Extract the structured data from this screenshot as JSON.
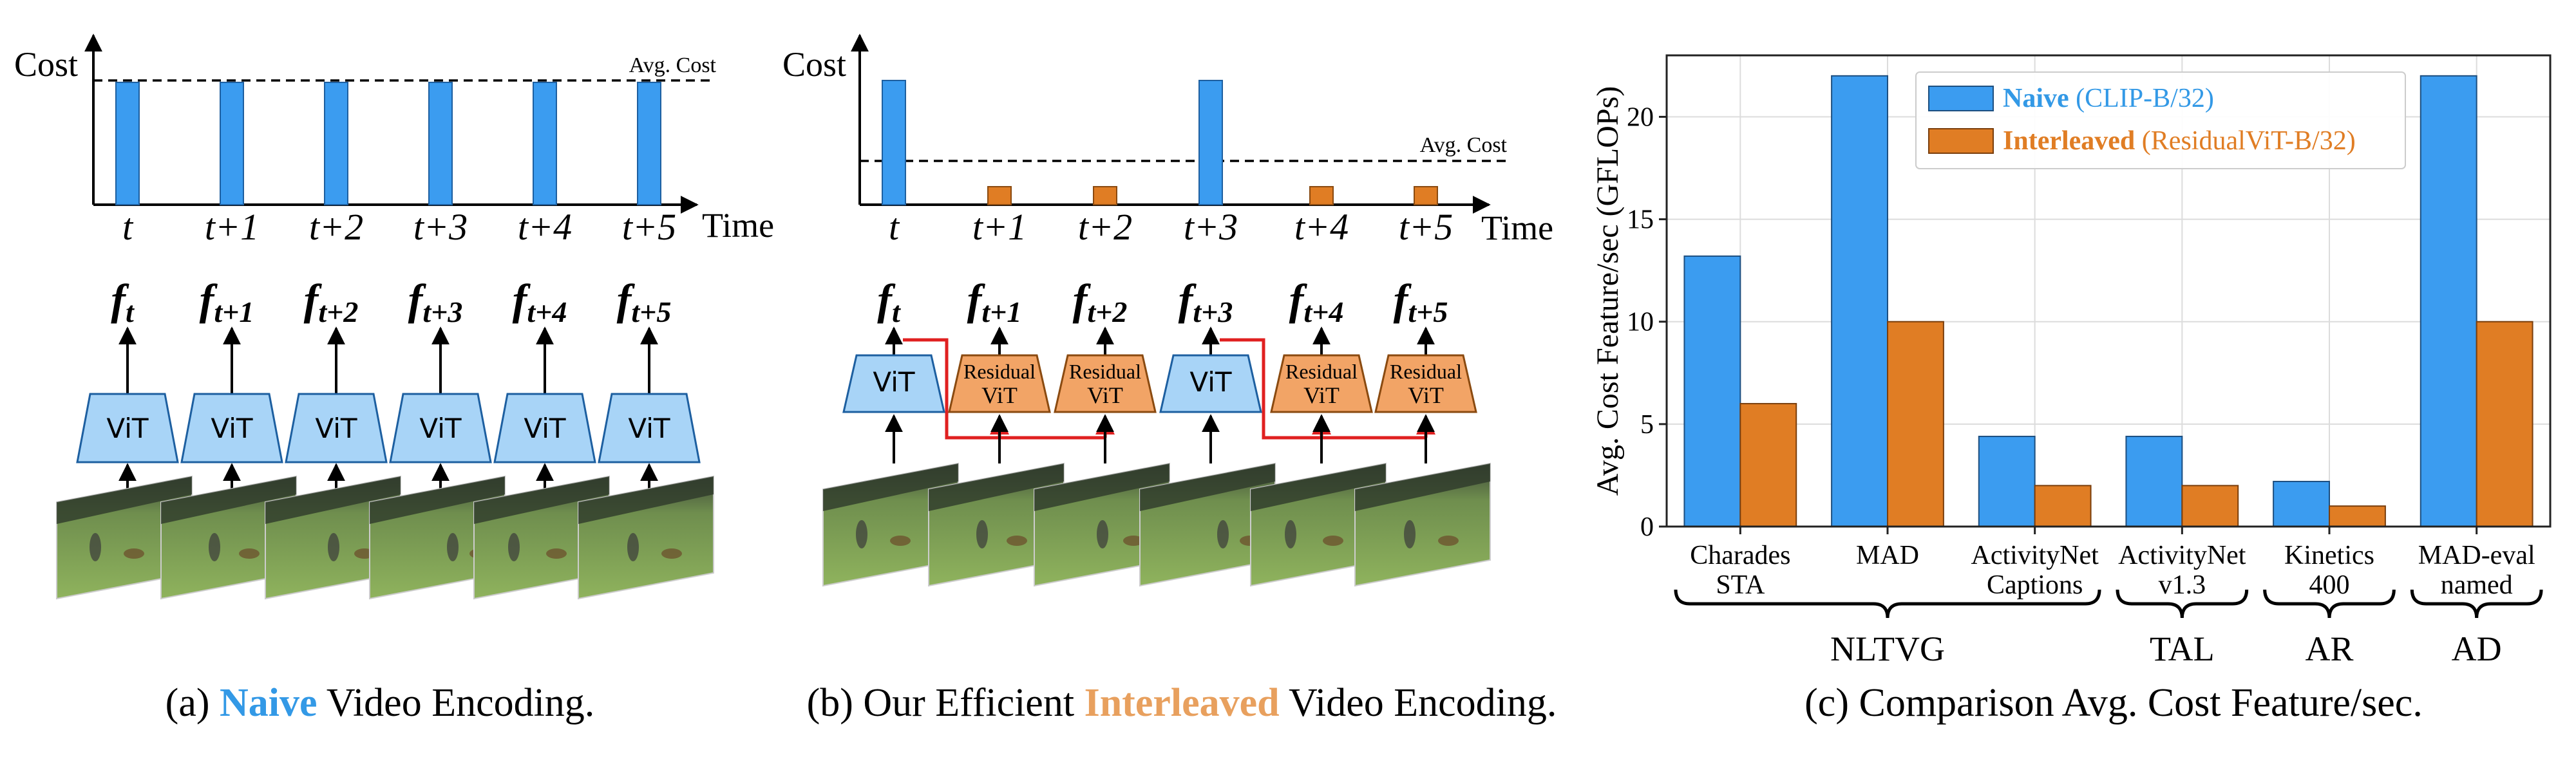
{
  "colors": {
    "naive": "#3b9cf0",
    "naive_text": "#3399e6",
    "interleaved": "#e07d24",
    "interleaved_text": "#e8a05e",
    "residual_fill": "#f2a466",
    "vit_fill": "#a8d4f7",
    "arrow_red": "#e02020"
  },
  "panel_a": {
    "cost_label": "Cost",
    "avg_label": "Avg. Cost",
    "time_label": "Time",
    "ticks": [
      "t",
      "t+1",
      "t+2",
      "t+3",
      "t+4",
      "t+5"
    ],
    "features": [
      {
        "base": "f",
        "sub": "t"
      },
      {
        "base": "f",
        "sub": "t+1"
      },
      {
        "base": "f",
        "sub": "t+2"
      },
      {
        "base": "f",
        "sub": "t+3"
      },
      {
        "base": "f",
        "sub": "t+4"
      },
      {
        "base": "f",
        "sub": "t+5"
      }
    ],
    "encoder_label": "ViT",
    "caption_prefix": "(a) ",
    "caption_highlight": "Naive",
    "caption_suffix": " Video Encoding."
  },
  "panel_b": {
    "cost_label": "Cost",
    "avg_label": "Avg. Cost",
    "time_label": "Time",
    "ticks": [
      "t",
      "t+1",
      "t+2",
      "t+3",
      "t+4",
      "t+5"
    ],
    "costs": [
      "full",
      "residual",
      "residual",
      "full",
      "residual",
      "residual"
    ],
    "features": [
      {
        "base": "f",
        "sub": "t"
      },
      {
        "base": "f",
        "sub": "t+1"
      },
      {
        "base": "f",
        "sub": "t+2"
      },
      {
        "base": "f",
        "sub": "t+3"
      },
      {
        "base": "f",
        "sub": "t+4"
      },
      {
        "base": "f",
        "sub": "t+5"
      }
    ],
    "vit_label": "ViT",
    "residual_label_line1": "Residual",
    "residual_label_line2": "ViT",
    "caption_prefix": "(b) Our Efficient ",
    "caption_highlight": "Interleaved",
    "caption_suffix": " Video Encoding."
  },
  "chart_data": {
    "type": "bar",
    "ylabel": "Avg. Cost Feature/sec (GFLOPs)",
    "ylim": [
      0,
      23
    ],
    "yticks": [
      0,
      5,
      10,
      15,
      20
    ],
    "grid": true,
    "legend_position": "top-center",
    "categories": [
      [
        "Charades",
        "STA"
      ],
      [
        "MAD"
      ],
      [
        "ActivityNet",
        "Captions"
      ],
      [
        "ActivityNet",
        "v1.3"
      ],
      [
        "Kinetics",
        "400"
      ],
      [
        "MAD-eval",
        "named"
      ]
    ],
    "series": [
      {
        "name": "Naive",
        "detail": "(CLIP-B/32)",
        "values": [
          13.2,
          22,
          4.4,
          4.4,
          2.2,
          22
        ]
      },
      {
        "name": "Interleaved",
        "detail": "(ResidualViT-B/32)",
        "values": [
          6,
          10,
          2,
          2,
          1,
          10
        ]
      }
    ],
    "groups": [
      {
        "label": "NLTVG",
        "from": 0,
        "to": 2
      },
      {
        "label": "TAL",
        "from": 3,
        "to": 3
      },
      {
        "label": "AR",
        "from": 4,
        "to": 4
      },
      {
        "label": "AD",
        "from": 5,
        "to": 5
      }
    ],
    "caption": "(c) Comparison Avg. Cost Feature/sec."
  }
}
